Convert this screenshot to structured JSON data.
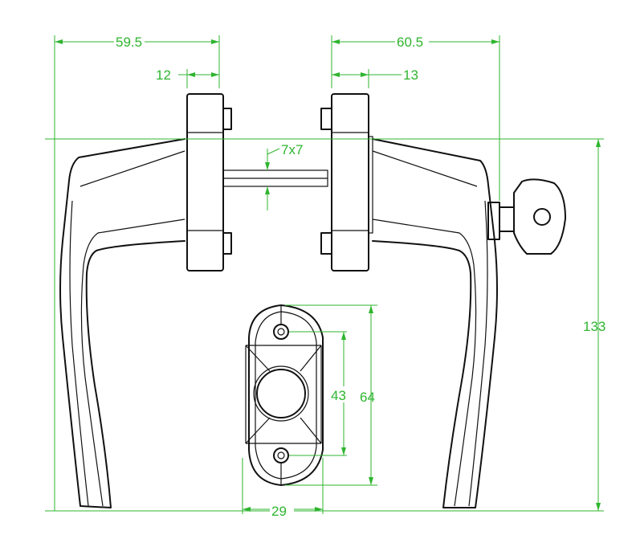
{
  "colors": {
    "line": "#111111",
    "dimension": "#2fb52f",
    "background": "#ffffff"
  },
  "dimensions": {
    "left_width": "59.5",
    "right_width": "60.5",
    "left_plate": "12",
    "right_plate": "13",
    "spindle": "7x7",
    "height": "133",
    "rose_hole_spacing": "43",
    "rose_height": "64",
    "rose_width": "29"
  },
  "icons": {
    "key": "key-icon"
  }
}
